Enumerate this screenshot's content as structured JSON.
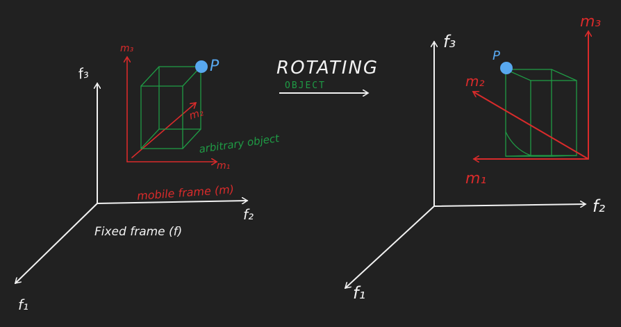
{
  "colors": {
    "background": "#212121",
    "fixed_frame": "#f2f2f2",
    "mobile_frame": "#d92b2b",
    "object": "#1f9b45",
    "point": "#58a8ef"
  },
  "left": {
    "fixed_axes": {
      "f1": "f₁",
      "f2": "f₂",
      "f3": "f₃"
    },
    "mobile_axes": {
      "m1": "m₁",
      "m2": "m₂",
      "m3": "m₃"
    },
    "point_label": "P",
    "object_label": "arbitrary object",
    "mobile_frame_label": "mobile frame (m)",
    "fixed_frame_label": "Fixed frame (f)"
  },
  "center": {
    "title": "ROTATING",
    "subtitle": "OBJECT"
  },
  "right": {
    "fixed_axes": {
      "f1": "f₁",
      "f2": "f₂",
      "f3": "f₃"
    },
    "mobile_axes": {
      "m1": "m₁",
      "m2": "m₂",
      "m3": "m₃"
    },
    "point_label": "P"
  }
}
